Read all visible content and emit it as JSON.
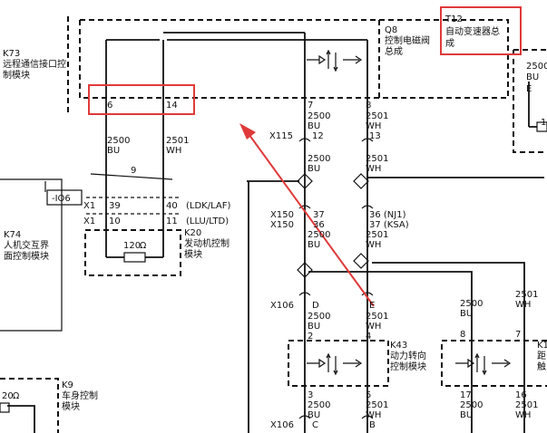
{
  "modules": {
    "k73_ref": "K73",
    "k73_name_1": "远程通信接口控",
    "k73_name_2": "制模块",
    "q8_ref": "Q8",
    "q8_name_1": "控制电磁阀",
    "q8_name_2": "总成",
    "t12_ref": "T12",
    "t12_name_1": "自动变速器总",
    "t12_name_2": "成",
    "k74_ref": "K74",
    "k74_name_1": "人机交互界",
    "k74_name_2": "面控制模块",
    "k20_ref": "K20",
    "k20_name_1": "发动机控制",
    "k20_name_2": "模块",
    "k43_ref": "K43",
    "k43_name_1": "动力转向",
    "k43_name_2": "控制模块",
    "k9_ref": "K9",
    "k9_name_1": "车身控制",
    "k9_name_2": "模块",
    "k1x_ref": "K1",
    "k1x_frag_1": "距",
    "k1x_frag_2": "触",
    "right_e": "E",
    "right_bu": "BU",
    "right_2500": "2500",
    "right_1": "1",
    "io6": "-IO6"
  },
  "pins": {
    "k73_6": "6",
    "k73_14": "14",
    "q8_7": "7",
    "q8_8": "8",
    "x115_12": "12",
    "x115_13": "13",
    "x1_39": "39",
    "x1_40": "40",
    "x1_10": "10",
    "x1_11": "11",
    "x150_37a": "37",
    "x150_36": "36",
    "x150_37b": "37",
    "x150_36nj1": "36 (NJ1)",
    "x150_37ksa": "37 (KSA)",
    "x106_d": "D",
    "x106_e": "E",
    "k43_2": "2",
    "k43_4": "4",
    "k43_3": "3",
    "k43_5": "5",
    "x106b_c": "C",
    "x106b_b": "B",
    "k1x_8": "8",
    "k1x_7": "7",
    "k1x_17": "17",
    "k1x_16": "16",
    "splice_9": "9"
  },
  "connectors": {
    "x115": "X115",
    "x1a": "X1",
    "x1b": "X1",
    "x150a": "X150",
    "x150b": "X150",
    "x106a": "X106",
    "x106b": "X106",
    "ldk": "(LDK/LAF)",
    "llu": "(LLU/LTD)"
  },
  "wires": {
    "bu_code": "2500",
    "wh_code": "2501",
    "bu": "BU",
    "wh": "WH"
  },
  "resistor": {
    "k20_res": "120",
    "k9_res": "20",
    "ohm": "Ω"
  },
  "colors": {
    "highlight": "#e03a3a",
    "line": "#111111"
  }
}
